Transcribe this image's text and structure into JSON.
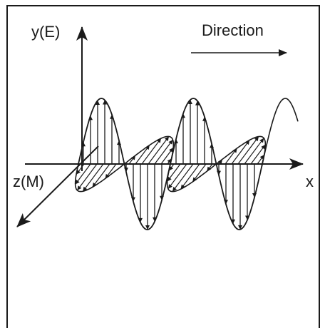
{
  "labels": {
    "y_axis": "y(E)",
    "z_axis": "z(M)",
    "x_axis": "x",
    "direction": "Direction"
  },
  "colors": {
    "ink": "#1a1a1a",
    "background": "#ffffff"
  },
  "icons": {
    "direction_arrow": "right-arrow-icon"
  }
}
